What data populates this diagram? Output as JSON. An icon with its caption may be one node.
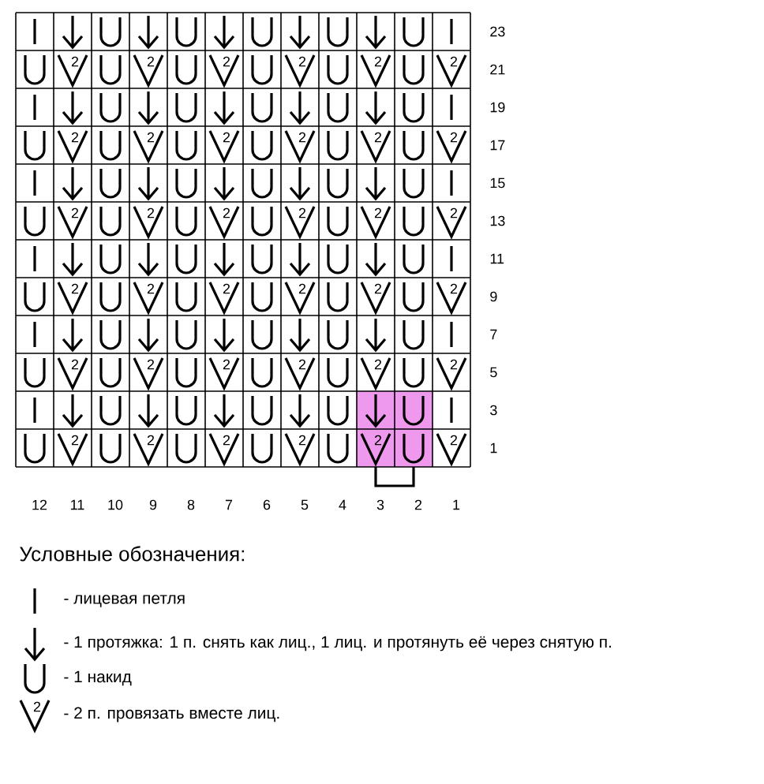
{
  "diagram": {
    "labels": [
      "23",
      "2",
      "2",
      "2",
      "2",
      "2",
      "2",
      "21",
      "19",
      "2",
      "2",
      "2",
      "2",
      "2",
      "2",
      "17",
      "15",
      "2",
      "2",
      "2",
      "2",
      "2",
      "2",
      "13",
      "11",
      "2",
      "2",
      "2",
      "2",
      "2",
      "2",
      "9",
      "7",
      "2",
      "2",
      "2",
      "2",
      "2",
      "2",
      "5",
      "3",
      "2",
      "2",
      "2",
      "2",
      "2",
      "2",
      "1",
      "12",
      "11",
      "10",
      "9",
      "8",
      "7",
      "6",
      "5",
      "4",
      "3",
      "2",
      "1",
      "Условные обозначения:",
      "2"
    ],
    "legend": [
      {
        "text": "- лицевая петля"
      },
      {
        "text": "- 1 протяжка: 1 п. снять как лиц., 1 лиц. и протянуть её через снятую п."
      },
      {
        "text": "- 1 накид"
      },
      {
        "text": "- 2 п. провязать вместе лиц."
      }
    ]
  }
}
